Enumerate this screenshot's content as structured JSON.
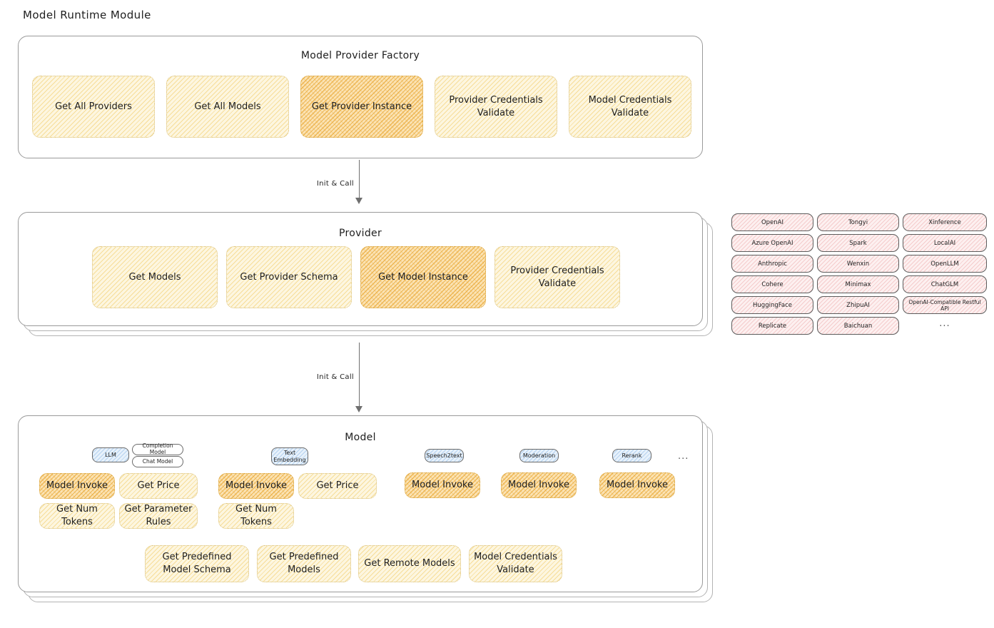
{
  "diagram": {
    "title": "Model Runtime Module",
    "ellipsis": "..."
  },
  "factory": {
    "label": "Model Provider Factory",
    "nodes": [
      {
        "label": "Get All Providers",
        "highlight": false
      },
      {
        "label": "Get All Models",
        "highlight": false
      },
      {
        "label": "Get Provider Instance",
        "highlight": true
      },
      {
        "label": "Provider Credentials Validate",
        "highlight": false
      },
      {
        "label": "Model Credentials Validate",
        "highlight": false
      }
    ]
  },
  "arrow1": {
    "label": "Init & Call"
  },
  "provider": {
    "label": "Provider",
    "nodes": [
      {
        "label": "Get Models",
        "highlight": false
      },
      {
        "label": "Get Provider Schema",
        "highlight": false
      },
      {
        "label": "Get Model Instance",
        "highlight": true
      },
      {
        "label": "Provider Credentials Validate",
        "highlight": false
      }
    ]
  },
  "arrow2": {
    "label": "Init & Call"
  },
  "provider_list": {
    "columns": [
      [
        "OpenAI",
        "Azure OpenAI",
        "Anthropic",
        "Cohere",
        "HuggingFace",
        "Replicate"
      ],
      [
        "Tongyi",
        "Spark",
        "Wenxin",
        "Minimax",
        "ZhipuAI",
        "Baichuan"
      ],
      [
        "Xinference",
        "LocalAI",
        "OpenLLM",
        "ChatGLM",
        "OpenAI-Compatible Restful API"
      ]
    ],
    "more": "..."
  },
  "model": {
    "label": "Model",
    "more": "...",
    "types": [
      {
        "badge": "LLM",
        "sub_badges": [
          "Completion Model",
          "Chat Model"
        ],
        "nodes": [
          {
            "label": "Model Invoke",
            "highlight": true
          },
          {
            "label": "Get Price",
            "highlight": false
          },
          {
            "label": "Get Num Tokens",
            "highlight": false
          },
          {
            "label": "Get Parameter Rules",
            "highlight": false
          }
        ]
      },
      {
        "badge": "Text Embedding",
        "sub_badges": [],
        "nodes": [
          {
            "label": "Model Invoke",
            "highlight": true
          },
          {
            "label": "Get Price",
            "highlight": false
          },
          {
            "label": "Get Num Tokens",
            "highlight": false
          }
        ]
      },
      {
        "badge": "Speech2text",
        "sub_badges": [],
        "nodes": [
          {
            "label": "Model Invoke",
            "highlight": true
          }
        ]
      },
      {
        "badge": "Moderation",
        "sub_badges": [],
        "nodes": [
          {
            "label": "Model Invoke",
            "highlight": true
          }
        ]
      },
      {
        "badge": "Rerank",
        "sub_badges": [],
        "nodes": [
          {
            "label": "Model Invoke",
            "highlight": true
          }
        ]
      }
    ],
    "common_nodes": [
      {
        "label": "Get Predefined Model Schema"
      },
      {
        "label": "Get Predefined Models"
      },
      {
        "label": "Get Remote Models"
      },
      {
        "label": "Model Credentials Validate"
      }
    ]
  }
}
